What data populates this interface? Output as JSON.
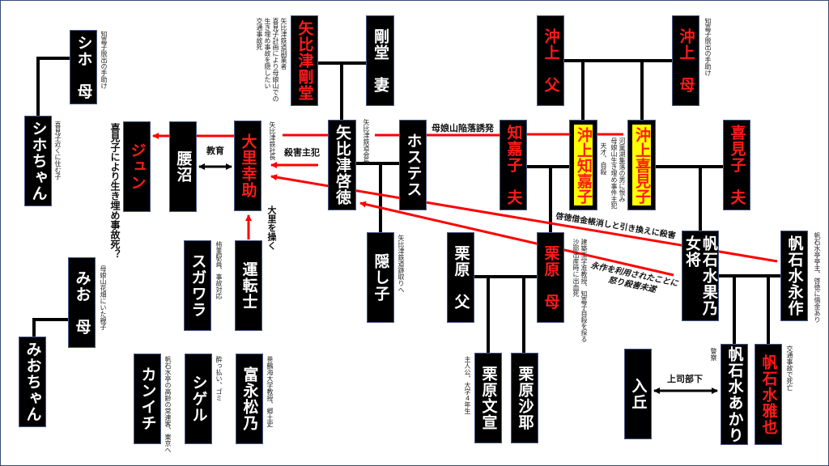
{
  "colors": {
    "box": "#000000",
    "highlight": "#ffff00",
    "red_text": "#ff1a1a",
    "relation_line": "#ff0000",
    "family_line": "#000000"
  },
  "characters": {
    "shiho_mother": "シホ　母",
    "shiho": "シホちゃん",
    "jun": "ジュン",
    "koshinuma": "腰沼",
    "osato": "大里幸助",
    "goudou": "矢比津剛堂",
    "goudou_wife": "剛堂　妻",
    "keitoku": "矢比津啓徳",
    "hostess": "ホステス",
    "kakushigo": "隠し子",
    "kurihara_father": "栗原　父",
    "kurihara_mother": "栗原　母",
    "chikako_husband": "知嘉子　夫",
    "okigami_father": "沖上　父",
    "okigami_mother": "沖上　母",
    "chikako": "沖上知嘉子",
    "kimiko": "沖上喜見子",
    "kimiko_husband": "喜見子　夫",
    "kano_1": "帆石水果乃",
    "kano_2": "女将",
    "eisaku": "帆石水永作",
    "akari": "帆石水あかり",
    "masaya": "帆石水雅也",
    "nyuukyuu": "入丘",
    "fuminori": "栗原文宣",
    "saya": "栗原沙耶",
    "sugawara": "スガワラ",
    "driver": "運転士",
    "kanichi": "カンイチ",
    "shigeru": "シゲル",
    "matsuno": "富永松乃",
    "mio_mother": "みお　母",
    "mio": "みおちゃん"
  },
  "notes": {
    "goudou": [
      "矢比津鉄道副業者",
      "喜見子計画により母娘山での",
      "生き埋め事故を隠したい",
      "交通事故死"
    ],
    "shiho_mother": "知嘉子脱出の手助け",
    "shiho": "喜見子近くに住む子",
    "jun": "喜見子により生き埋め事故死？",
    "osato": "矢比津鉄社長",
    "keitoku": "矢比津鉄道会長",
    "chikako": "天才、自殺",
    "kimiko": [
      "河童湖集落の男に恨み",
      "母娘山生き埋め事件主犯"
    ],
    "okigami_mother": "知嘉子脱出の手助け",
    "kakushigo": "矢比津鉄道跡取りへ",
    "kurihara_mother": [
      "建築工学准教授、知嘉子自殺を探る",
      "沙耶出産時に出血死"
    ],
    "eisaku": "帆石水亭亭主、啓徳に借金あり",
    "akari": "警察",
    "masaya": "交通事故で死亡",
    "fuminori": "主人公、大学４年生",
    "sugawara": "柿董駅員、事故対応",
    "kanichi": "帆石水亭の高齢の常連客、東京へ",
    "shigeru": "酔っ払い、ゴミ",
    "matsuno": "巻鶴海大学教授、郷土史",
    "mio_mother": "母娘山花畑にいた親子"
  },
  "relations": {
    "education": "教育",
    "main_culprit": "殺害主犯",
    "manipulates_osato": "大里を操く",
    "mother_mountain": "母娘山陥落誘発",
    "debt_murder": "啓徳借金帳消しと引き換えに殺害",
    "attempted_murder_1": "永作を利用されたことに",
    "attempted_murder_2": "怒り殺害未遂",
    "boss_subordinate": "上司部下"
  }
}
